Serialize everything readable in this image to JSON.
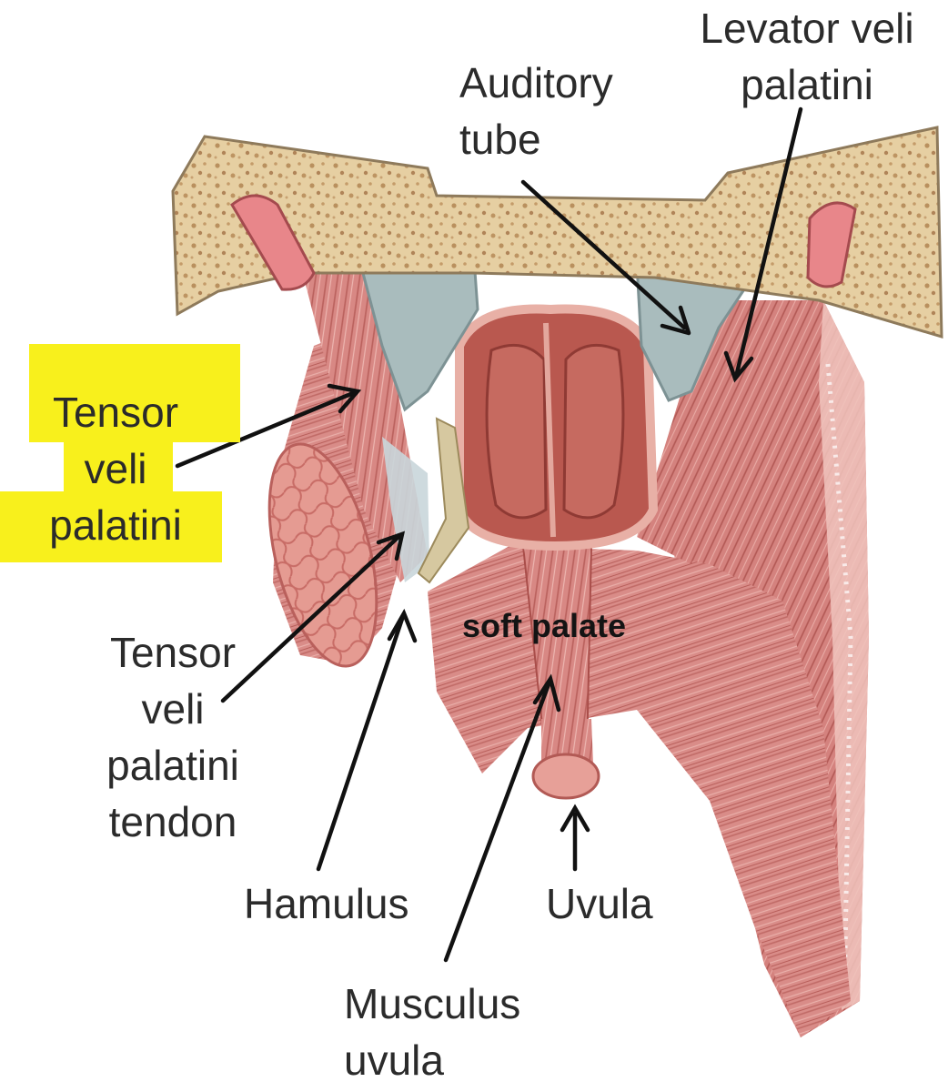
{
  "labels": {
    "levator": [
      "Levator veli",
      "palatini"
    ],
    "auditory": [
      "Auditory",
      "tube"
    ],
    "tensor": [
      "Tensor",
      "veli",
      "palatini"
    ],
    "tensor_tendon": [
      "Tensor",
      "veli",
      "palatini",
      "tendon"
    ],
    "soft_palate": "soft palate",
    "hamulus": "Hamulus",
    "uvula": "Uvula",
    "musculus_uvula": [
      "Musculus",
      "uvula"
    ]
  },
  "colors": {
    "highlight": "#f8f01c",
    "bone": "#e8d2a6",
    "bone_speckle": "#b88c58",
    "cartilage": "#9fb4b4",
    "muscle": "#d98a86",
    "muscle_dark": "#b25552",
    "mucosa": "#b8574f",
    "arrow": "#111111",
    "text": "#2b2b2b"
  }
}
